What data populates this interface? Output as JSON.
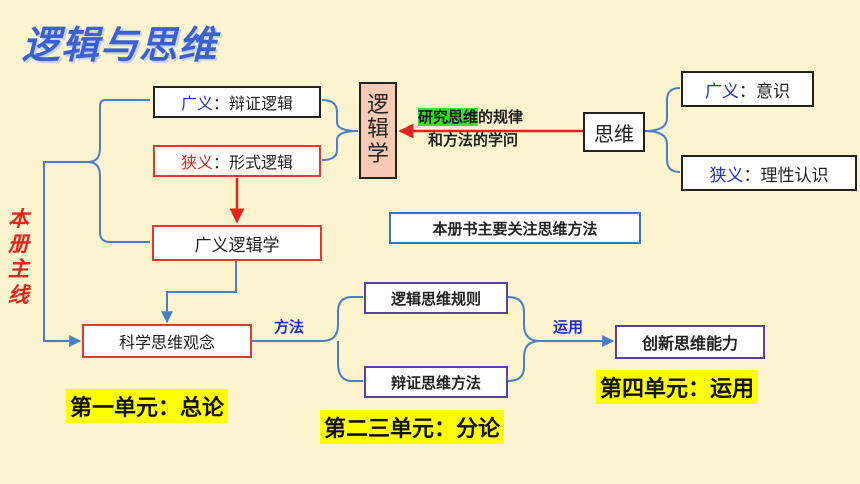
{
  "title": "逻辑与思维",
  "main_line": [
    "本",
    "册",
    "主",
    "线"
  ],
  "broad": {
    "label": "广义",
    "colon": "：",
    "text": "辩证逻辑"
  },
  "narrow": {
    "label": "狭义",
    "colon": "：",
    "text": "形式逻辑"
  },
  "logic_box": [
    "逻",
    "辑",
    "学"
  ],
  "definition": {
    "highlight": "研究思维",
    "rest1": "的规律",
    "line2": "和方法的学问"
  },
  "thinking": "思维",
  "thinking_broad": {
    "label": "广义",
    "colon": "：",
    "text": "意识"
  },
  "thinking_narrow": {
    "label": "狭义",
    "colon": "：",
    "text": "理性认识"
  },
  "focus_note": "本册书主要关注思维方法",
  "broad_logic": "广义逻辑学",
  "sci_concept": "科学思维观念",
  "method_label": "方法",
  "rules": "逻辑思维规则",
  "dialectic_method": "辩证思维方法",
  "use_label": "运用",
  "innovation": "创新思维能力",
  "unit1": "第一单元：总论",
  "unit23": "第二三单元：分论",
  "unit4": "第四单元：运用",
  "colors": {
    "title": "#3a5fd6",
    "red": "#e03a2e",
    "blue_label": "#1d2fd0",
    "highlight": "#2ee62a",
    "yellow": "#ffff00",
    "background": "#fcf3cf"
  }
}
